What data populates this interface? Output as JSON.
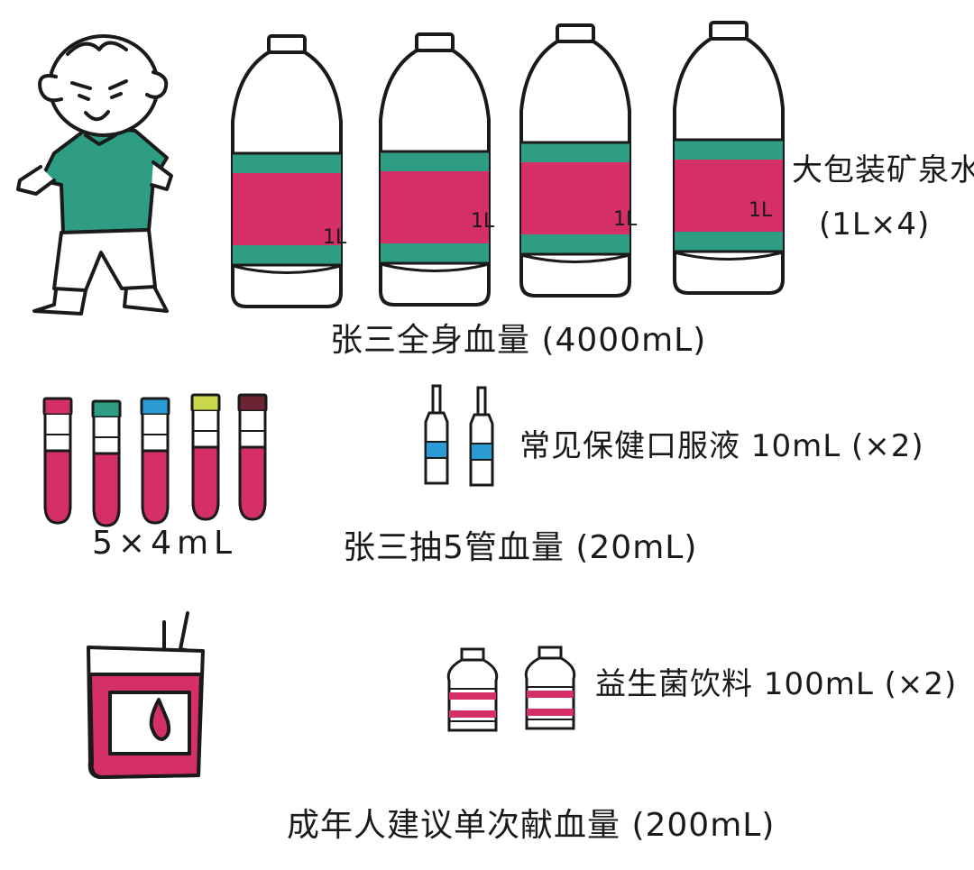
{
  "labels": {
    "bottled_water": "大包装矿泉水",
    "bottled_water_count": "(1L×4)",
    "total_blood": "张三全身血量 (4000mL)",
    "tubes": "5×4mL",
    "blood_draw": "张三抽5管血量 (20mL)",
    "oral_liquid": "常见保健口服液 10mL (×2)",
    "probiotic_drink": "益生菌饮料 100mL (×2)",
    "donation": "成年人建议单次献血量 (200mL)"
  },
  "bottle_label_text": "1L",
  "colors": {
    "ink": "#1a1a1a",
    "blood": "#d52f67",
    "blood_dark": "#b8265a",
    "green": "#2f9d83",
    "blue": "#2a9bd4",
    "lime": "#c8d84a",
    "maroon": "#6a2434"
  },
  "icons": [
    "boy-figure",
    "water-bottle",
    "blood-tube",
    "oral-liquid-vial",
    "probiotic-bottle",
    "blood-bag"
  ]
}
